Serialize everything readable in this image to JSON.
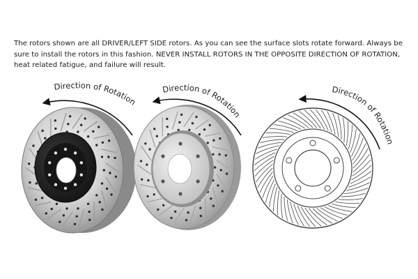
{
  "instructions": {
    "text": "The rotors shown are all DRIVER/LEFT SIDE rotors. As you can see the surface slots rotate forward. Always be sure to install the rotors in this fashion. NEVER INSTALL ROTORS IN THE OPPOSITE DIRECTION OF ROTATION, heat related fatigue, and failure will result."
  },
  "arrows": [
    {
      "label": "Direction of Rotation"
    },
    {
      "label": "Direction of Rotation"
    },
    {
      "label": "Direction of Rotation"
    }
  ],
  "colors": {
    "rotor_steel": "#cfcfcf",
    "hat_black": "#1e1e1e",
    "line_art": "#444444"
  }
}
